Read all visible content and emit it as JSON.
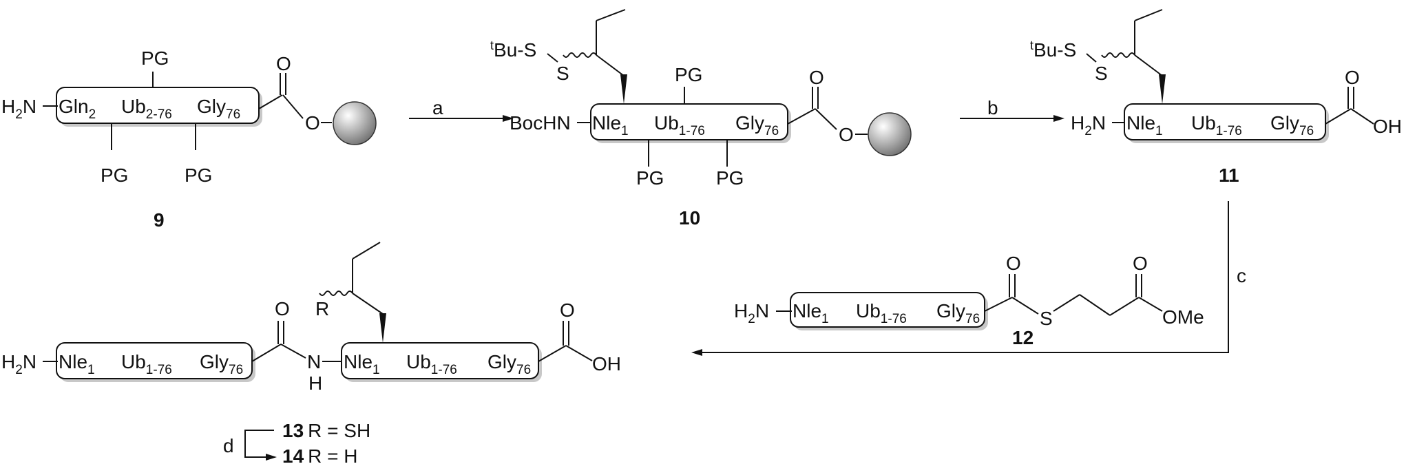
{
  "colors": {
    "ink": "#111111",
    "shadow": "#c8c8c8",
    "resin_highlight": "#ffffff",
    "resin_shade": "#6e6e6e"
  },
  "icons": {
    "resin_bead": "sphere-icon",
    "wavy_bond": "wavy-bond-icon",
    "wedge_bond": "wedge-bond-icon"
  },
  "compound_9": {
    "number": "9",
    "n_terminus": "H",
    "n_terminus_sub": "2",
    "n_atom": "N",
    "res1": "Gln",
    "res1_sub": "2",
    "core": "Ub",
    "core_sub": "2-76",
    "c_res": "Gly",
    "c_res_sub": "76",
    "pg": "PG",
    "carbonyl_o": "O",
    "ester_o": "O"
  },
  "compound_10": {
    "number": "10",
    "n_group": "BocHN",
    "res1": "Nle",
    "res1_sub": "1",
    "core": "Ub",
    "core_sub": "1-76",
    "c_res": "Gly",
    "c_res_sub": "76",
    "pg": "PG",
    "carbonyl_o": "O",
    "ester_o": "O",
    "tbu_sup": "t",
    "tbu": "Bu-S",
    "s_atom": "S"
  },
  "compound_11": {
    "number": "11",
    "n_terminus": "H",
    "n_terminus_sub": "2",
    "n_atom": "N",
    "res1": "Nle",
    "res1_sub": "1",
    "core": "Ub",
    "core_sub": "1-76",
    "c_res": "Gly",
    "c_res_sub": "76",
    "carbonyl_o": "O",
    "oh": "OH",
    "tbu_sup": "t",
    "tbu": "Bu-S",
    "s_atom": "S"
  },
  "compound_12": {
    "number": "12",
    "n_terminus": "H",
    "n_terminus_sub": "2",
    "n_atom": "N",
    "res1": "Nle",
    "res1_sub": "1",
    "core": "Ub",
    "core_sub": "1-76",
    "c_res": "Gly",
    "c_res_sub": "76",
    "carbonyl_o": "O",
    "s_atom": "S",
    "ester_carbonyl_o": "O",
    "ome": "OMe"
  },
  "product": {
    "left": {
      "n_terminus": "H",
      "n_terminus_sub": "2",
      "n_atom": "N",
      "res1": "Nle",
      "res1_sub": "1",
      "core": "Ub",
      "core_sub": "1-76",
      "c_res": "Gly",
      "c_res_sub": "76"
    },
    "amide_o": "O",
    "amide_n": "N",
    "amide_h": "H",
    "right": {
      "res1": "Nle",
      "res1_sub": "1",
      "core": "Ub",
      "core_sub": "1-76",
      "c_res": "Gly",
      "c_res_sub": "76",
      "carbonyl_o": "O",
      "oh": "OH"
    },
    "r_group": "R",
    "compounds": [
      {
        "number": "13",
        "label": "R = SH"
      },
      {
        "number": "14",
        "label": "R = H"
      }
    ]
  },
  "steps": {
    "a": "a",
    "b": "b",
    "c": "c",
    "d": "d"
  }
}
